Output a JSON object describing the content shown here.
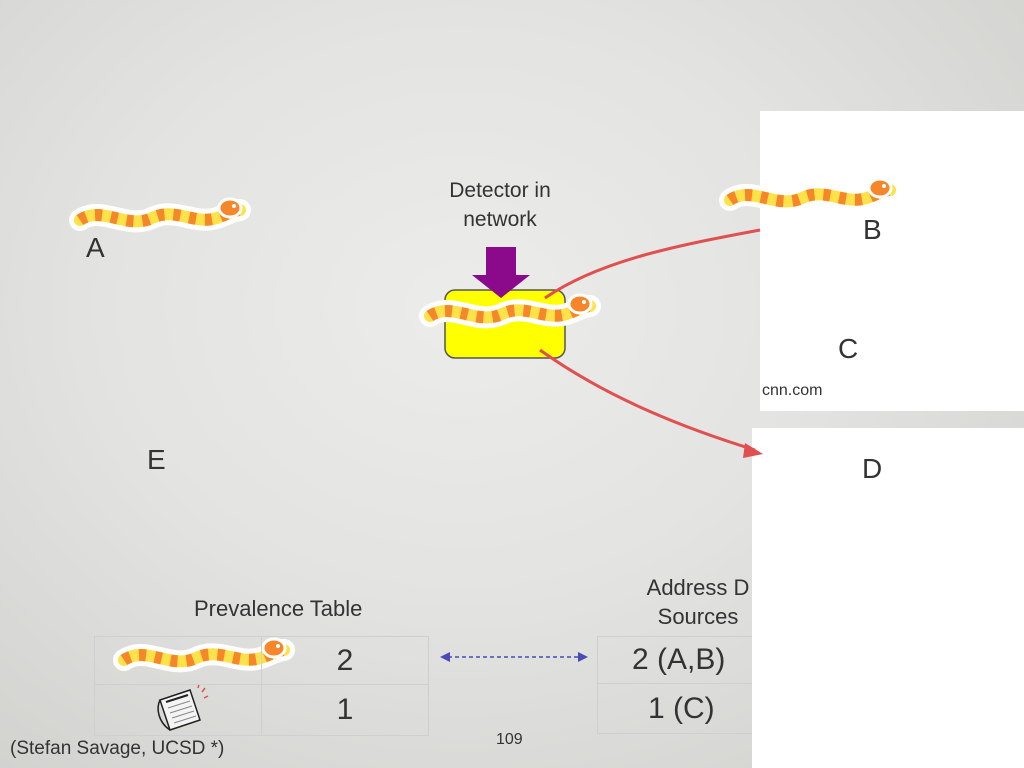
{
  "nodes": {
    "a": "A",
    "b": "B",
    "c": "C",
    "d": "D",
    "e": "E",
    "c_site": "cnn.com"
  },
  "detector": {
    "label_line1": "Detector in",
    "label_line2": "network"
  },
  "prevalence_table": {
    "title": "Prevalence Table",
    "rows": [
      {
        "icon": "worm-icon",
        "count": "2"
      },
      {
        "icon": "newspaper-icon",
        "count": "1"
      }
    ]
  },
  "address_table": {
    "title_line1": "Address D",
    "title_line2": "Sources",
    "rows": [
      {
        "value": "2 (A,B)"
      },
      {
        "value": "1 (C)"
      }
    ]
  },
  "footer": {
    "credit": "(Stefan Savage, UCSD *)",
    "page_number": "109"
  },
  "colors": {
    "arrow": "#e05050",
    "detector_box": "#ffff00",
    "detector_arrow": "#8b0a8b",
    "worm_orange": "#f5862a",
    "worm_yellow": "#ffe14a",
    "table_link": "#4a4ab8"
  }
}
